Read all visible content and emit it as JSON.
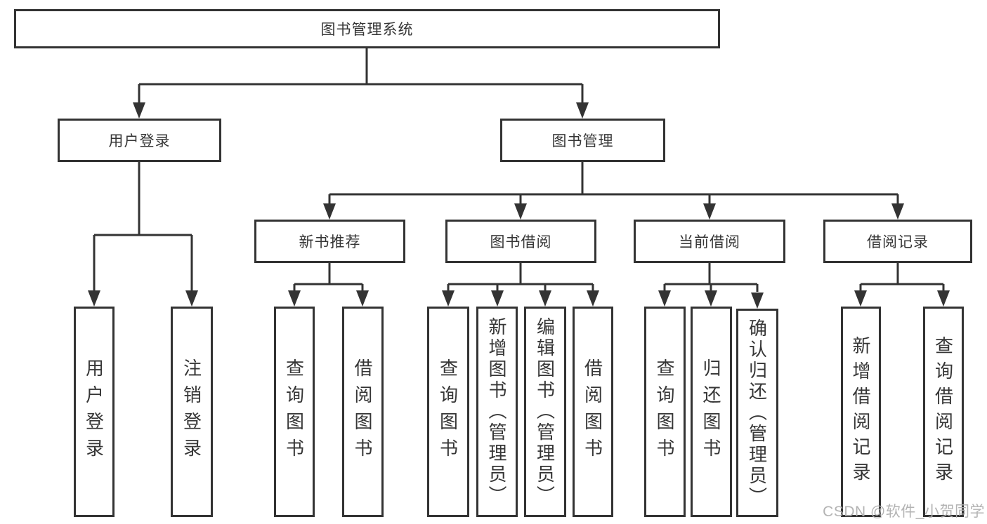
{
  "colors": {
    "line": "#333333",
    "box_border": "#333333",
    "text": "#363636",
    "background": "#ffffff",
    "watermark": "#afafaf"
  },
  "nodes": {
    "root": {
      "label": "图书管理系统"
    },
    "user_login": {
      "label": "用户登录"
    },
    "book_management": {
      "label": "图书管理"
    },
    "new_book_recommend": {
      "label": "新书推荐"
    },
    "book_borrowing": {
      "label": "图书借阅"
    },
    "current_borrowing": {
      "label": "当前借阅"
    },
    "borrowing_records": {
      "label": "借阅记录"
    },
    "leaf_user_login": {
      "label": "用户登录"
    },
    "leaf_logout": {
      "label": "注销登录"
    },
    "leaf_query_books_recommend": {
      "label": "查询图书"
    },
    "leaf_borrow_books_recommend": {
      "label": "借阅图书"
    },
    "leaf_query_books_borrowing": {
      "label": "查询图书"
    },
    "leaf_add_books_admin": {
      "label": "新增图书（管理员）"
    },
    "leaf_edit_books_admin": {
      "label": "编辑图书（管理员）"
    },
    "leaf_borrow_books_borrowing": {
      "label": "借阅图书"
    },
    "leaf_query_books_current": {
      "label": "查询图书"
    },
    "leaf_return_books": {
      "label": "归还图书"
    },
    "leaf_confirm_return_admin": {
      "label": "确认归还（管理员）"
    },
    "leaf_add_borrow_record": {
      "label": "新增借阅记录"
    },
    "leaf_query_borrow_record": {
      "label": "查询借阅记录"
    }
  },
  "structure": {
    "图书管理系统": {
      "用户登录": [
        "用户登录",
        "注销登录"
      ],
      "图书管理": {
        "新书推荐": [
          "查询图书",
          "借阅图书"
        ],
        "图书借阅": [
          "查询图书",
          "新增图书（管理员）",
          "编辑图书（管理员）",
          "借阅图书"
        ],
        "当前借阅": [
          "查询图书",
          "归还图书",
          "确认归还（管理员）"
        ],
        "借阅记录": [
          "新增借阅记录",
          "查询借阅记录"
        ]
      }
    }
  },
  "watermark": {
    "text": "CSDN @软件_小贺同学"
  }
}
